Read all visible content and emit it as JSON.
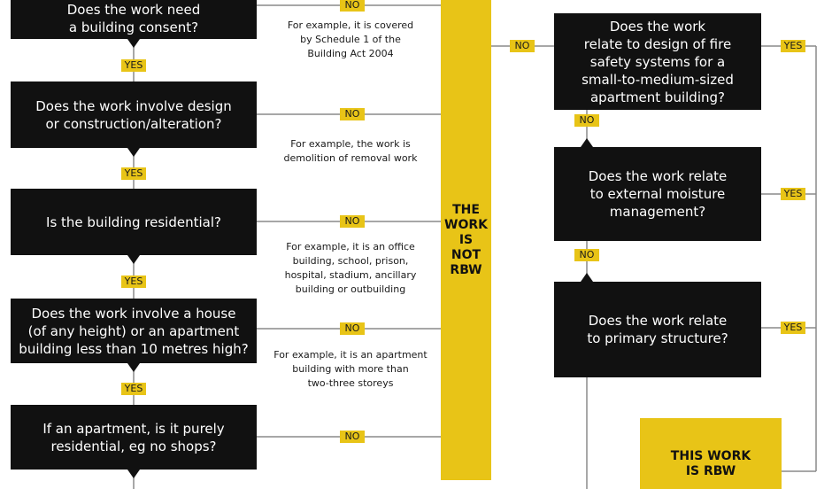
{
  "questions": {
    "q1": "Does the work need\na building consent?",
    "q2": "Does the work involve design\nor construction/alteration?",
    "q3": "Is the building residential?",
    "q4": "Does the work involve a house\n(of any height) or an apartment\nbuilding less than 10 metres high?",
    "q5": "If an apartment, is it purely\nresidential, eg no shops?",
    "q6": "Does the work\nrelate to design of fire\nsafety systems for a\nsmall-to-medium-sized\napartment building?",
    "q7": "Does the work relate\nto external moisture\nmanagement?",
    "q8": "Does the work relate\nto primary structure?"
  },
  "labels": {
    "yes": "YES",
    "no": "NO"
  },
  "notes": {
    "n1": "For example, it is covered\nby Schedule 1 of the\nBuilding Act 2004",
    "n2": "For example, the work is\ndemolition of removal work",
    "n3": "For example, it is an office\nbuilding, school, prison,\nhospital, stadium, ancillary\nbuilding or outbuilding",
    "n4": "For example, it is an apartment\nbuilding with more than\ntwo-three storeys"
  },
  "outcomes": {
    "not_rbw": "THE\nWORK\nIS\nNOT\nRBW",
    "is_rbw": "THIS WORK\nIS RBW"
  },
  "colors": {
    "accent": "#e8c417",
    "box": "#111111",
    "line": "#8a8a8a"
  }
}
